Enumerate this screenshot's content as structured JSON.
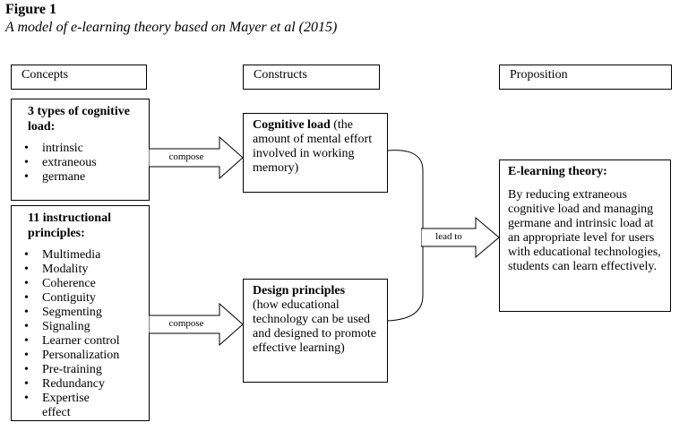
{
  "figure": {
    "label": "Figure 1",
    "caption": "A model of e-learning theory based on Mayer et al (2015)"
  },
  "headers": {
    "concepts": "Concepts",
    "constructs": "Constructs",
    "proposition": "Proposition"
  },
  "concept_cognitive": {
    "title": "3 types of cognitive load:",
    "items": [
      "intrinsic",
      "extraneous",
      "germane"
    ]
  },
  "concept_principles": {
    "title": "11 instructional principles:",
    "items": [
      "Multimedia",
      "Modality",
      "Coherence",
      "Contiguity",
      "Segmenting",
      "Signaling",
      "Learner control",
      "Personalization",
      "Pre-training",
      "Redundancy",
      "Expertise effect"
    ]
  },
  "construct_cognitive": {
    "title": "Cognitive load",
    "body": " (the amount of mental effort involved in working memory)"
  },
  "construct_design": {
    "title": "Design principles",
    "body": "(how educational technology can be used and designed to promote effective learning)"
  },
  "proposition": {
    "title": "E-learning theory:",
    "body": "By reducing extraneous cognitive load and managing germane and intrinsic load at an appropriate level for users with educational technologies, students can learn effectively."
  },
  "arrows": {
    "compose_top": "compose",
    "compose_bottom": "compose",
    "lead_to": "lead to"
  }
}
